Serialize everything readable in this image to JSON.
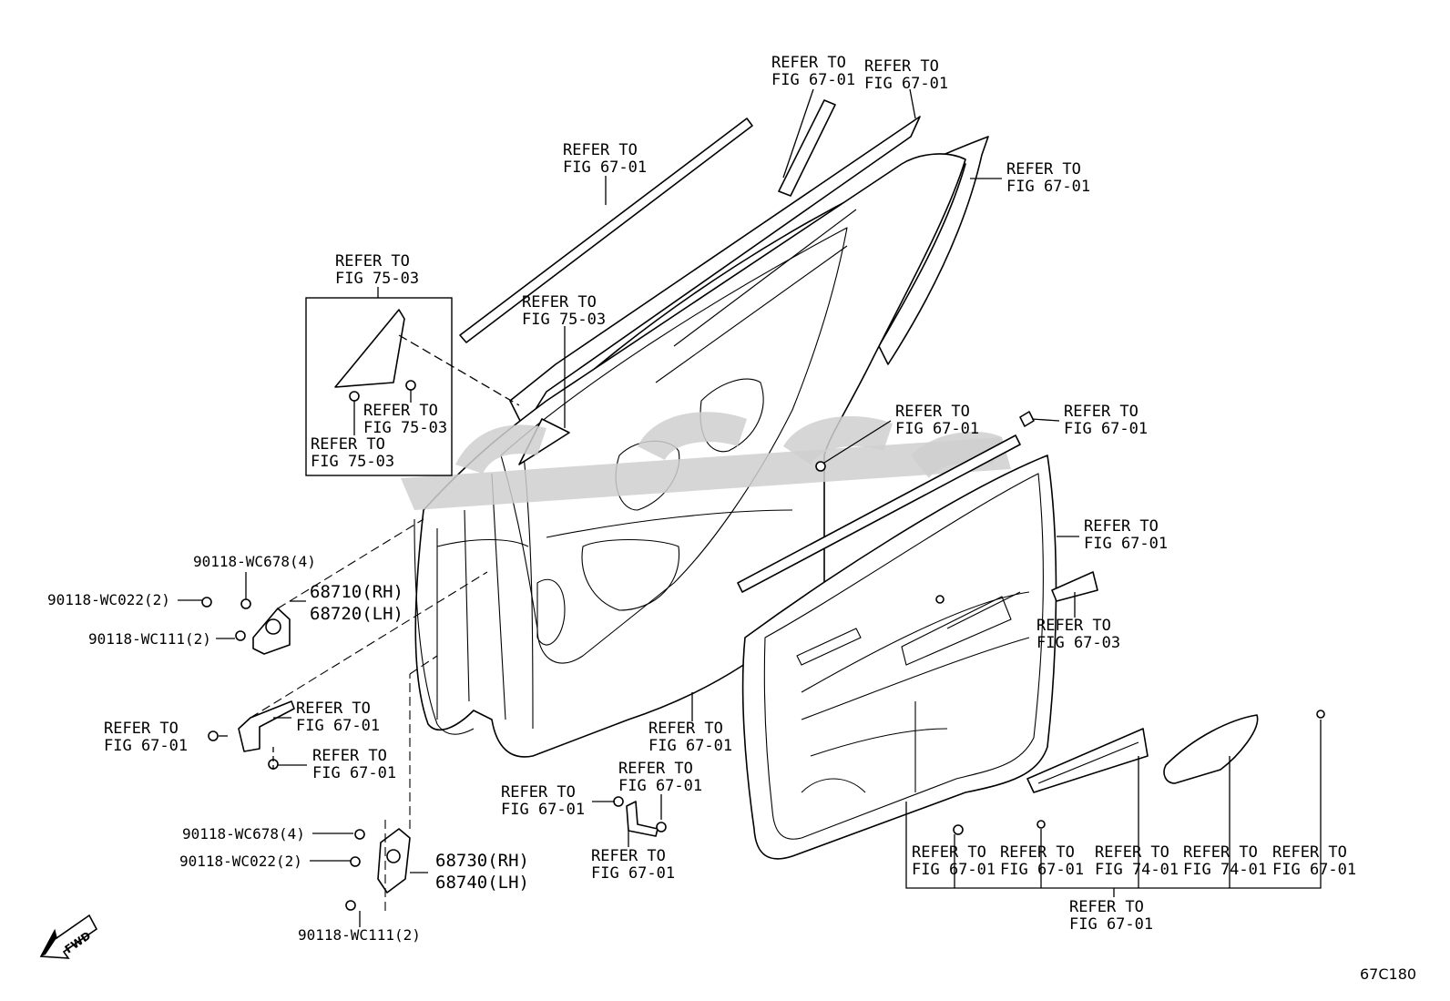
{
  "refer": {
    "r1": [
      "REFER TO",
      "FIG 67-01"
    ],
    "r2": [
      "REFER TO",
      "FIG 67-01"
    ],
    "r3": [
      "REFER TO",
      "FIG 67-01"
    ],
    "r4": [
      "REFER TO",
      "FIG 67-01"
    ],
    "r5": [
      "REFER TO",
      "FIG 75-03"
    ],
    "r6": [
      "REFER TO",
      "FIG 75-03"
    ],
    "r7": [
      "REFER TO",
      "FIG 75-03"
    ],
    "r8": [
      "REFER TO",
      "FIG 75-03"
    ],
    "r9": [
      "REFER TO",
      "FIG 67-01"
    ],
    "r10": [
      "REFER TO",
      "FIG 67-01"
    ],
    "r11": [
      "REFER TO",
      "FIG 67-01"
    ],
    "r12": [
      "REFER TO",
      "FIG 67-03"
    ],
    "r13": [
      "REFER TO",
      "FIG 67-01"
    ],
    "r14": [
      "REFER TO",
      "FIG 67-01"
    ],
    "r15": [
      "REFER TO",
      "FIG 67-01"
    ],
    "r16": [
      "REFER TO",
      "FIG 67-01"
    ],
    "r17": [
      "REFER TO",
      "FIG 67-01"
    ],
    "r18": [
      "REFER TO",
      "FIG 67-01"
    ],
    "r19": [
      "REFER TO",
      "FIG 67-01"
    ],
    "r20": [
      "REFER TO",
      "FIG 67-01"
    ],
    "r21": [
      "REFER TO",
      "FIG 67-01"
    ],
    "r22": [
      "REFER TO",
      "FIG 74-01"
    ],
    "r23": [
      "REFER TO",
      "FIG 74-01"
    ],
    "r24": [
      "REFER TO",
      "FIG 67-01"
    ],
    "r25": [
      "REFER TO",
      "FIG 67-01"
    ]
  },
  "parts": {
    "hinge_upper_rh": "68710(RH)",
    "hinge_upper_lh": "68720(LH)",
    "hinge_lower_rh": "68730(RH)",
    "hinge_lower_lh": "68740(LH)",
    "bolt_upper_1": "90118-WC678(4)",
    "bolt_upper_2": "90118-WC022(2)",
    "bolt_upper_3": "90118-WC111(2)",
    "bolt_lower_1": "90118-WC678(4)",
    "bolt_lower_2": "90118-WC022(2)",
    "bolt_lower_3": "90118-WC111(2)"
  },
  "fwd_label": "FWD",
  "figure_code": "67C180",
  "icons": {
    "fwd": "fwd-arrow-icon",
    "watermark": "watermark-logo"
  }
}
